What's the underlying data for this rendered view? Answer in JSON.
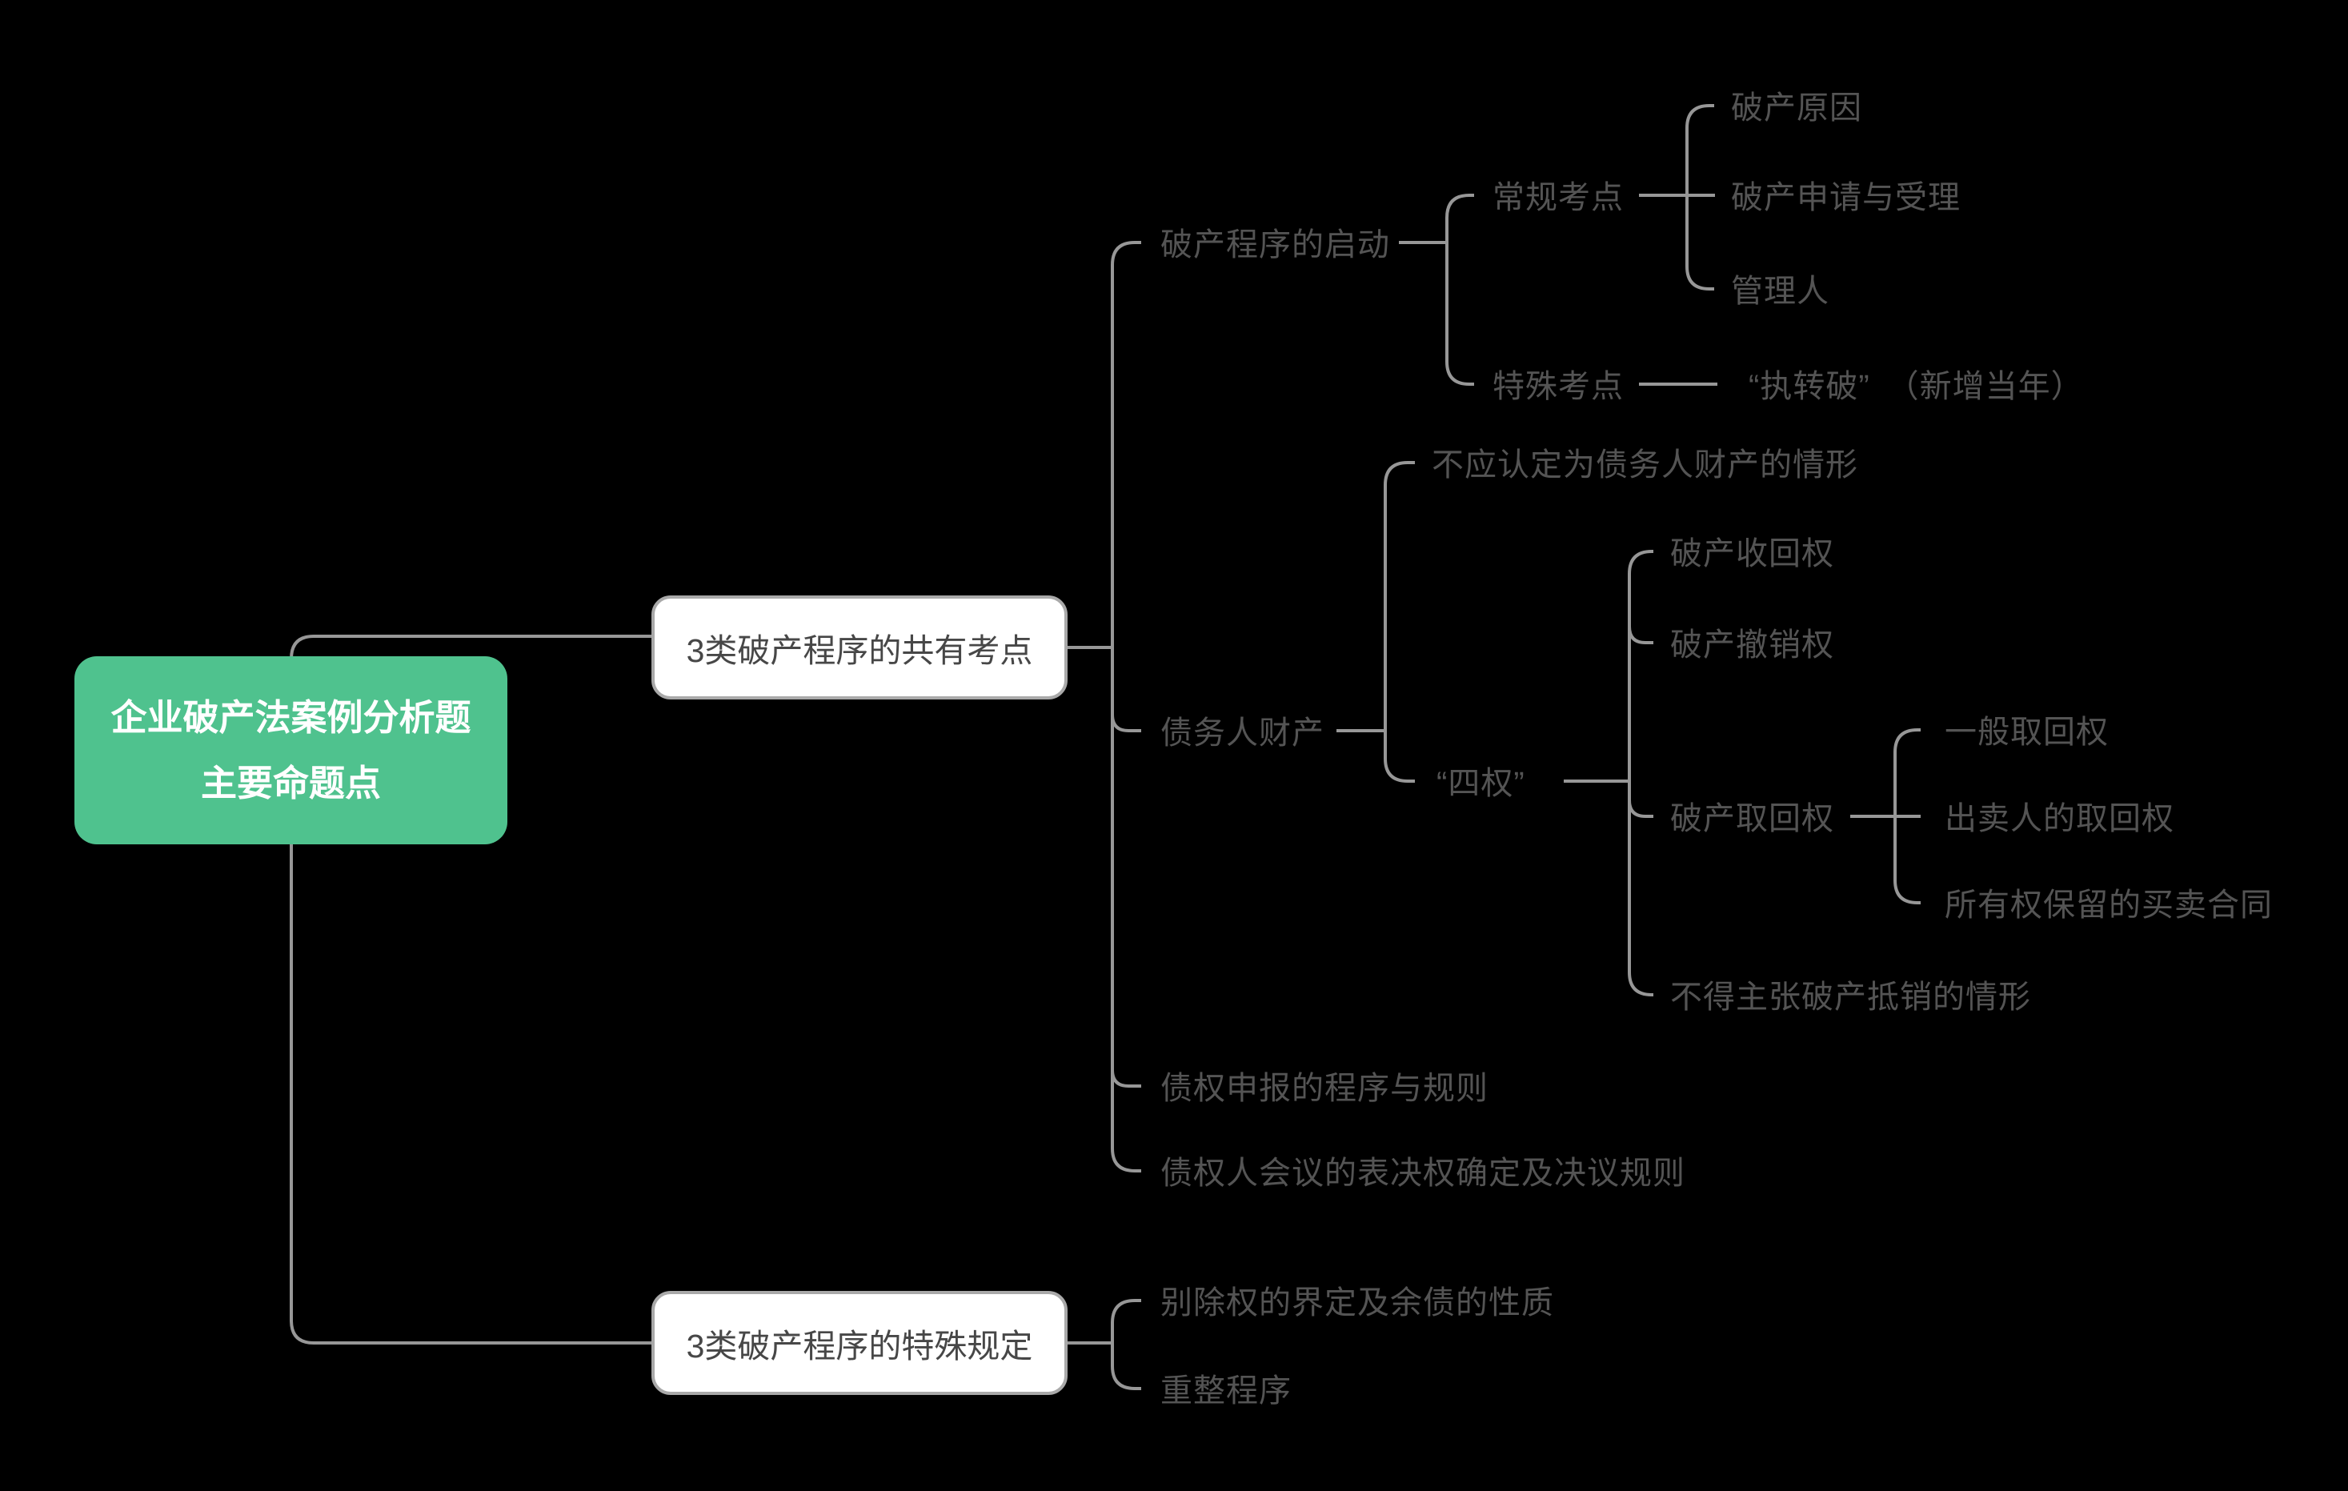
{
  "colors": {
    "background": "#000000",
    "root_topic_bg": "#4fc28e",
    "root_topic_text": "#ffffff",
    "topic_box_bg": "#ffffff",
    "topic_box_border": "#a9a9a9",
    "topic_box_text": "#474747",
    "branch_text": "#545454",
    "connector_line": "#979797"
  },
  "tree": {
    "root": {
      "line1": "企业破产法案例分析题",
      "line2": "主要命题点"
    },
    "children": [
      {
        "label": "3类破产程序的共有考点",
        "children": [
          {
            "label": "破产程序的启动",
            "children": [
              {
                "label": "常规考点",
                "children": [
                  {
                    "label": "破产原因"
                  },
                  {
                    "label": "破产申请与受理"
                  },
                  {
                    "label": "管理人"
                  }
                ]
              },
              {
                "label": "特殊考点",
                "children": [
                  {
                    "label": "“执转破”　（新增当年）"
                  }
                ]
              }
            ]
          },
          {
            "label": "债务人财产",
            "children": [
              {
                "label": "不应认定为债务人财产的情形"
              },
              {
                "label": "“四权”",
                "children": [
                  {
                    "label": "破产收回权"
                  },
                  {
                    "label": "破产撤销权"
                  },
                  {
                    "label": "破产取回权",
                    "children": [
                      {
                        "label": "一般取回权"
                      },
                      {
                        "label": "出卖人的取回权"
                      },
                      {
                        "label": "所有权保留的买卖合同"
                      }
                    ]
                  },
                  {
                    "label": "不得主张破产抵销的情形"
                  }
                ]
              }
            ]
          },
          {
            "label": "债权申报的程序与规则"
          },
          {
            "label": "债权人会议的表决权确定及决议规则"
          }
        ]
      },
      {
        "label": "3类破产程序的特殊规定",
        "children": [
          {
            "label": "别除权的界定及余债的性质"
          },
          {
            "label": "重整程序"
          }
        ]
      }
    ]
  }
}
